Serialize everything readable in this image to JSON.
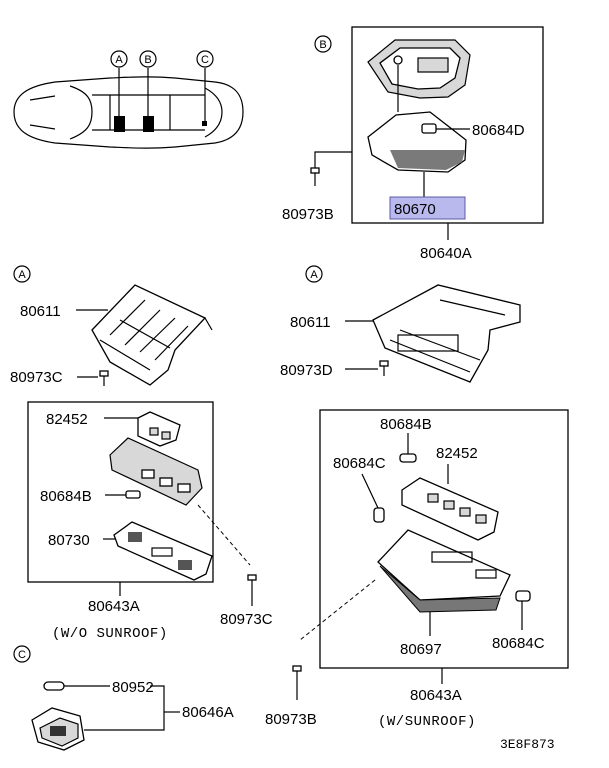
{
  "callouts": {
    "a": "A",
    "b": "B",
    "c": "C"
  },
  "labels": {
    "p80684D": "80684D",
    "p80670": "80670",
    "p80973B_top": "80973B",
    "p80640A": "80640A",
    "p80611_left": "80611",
    "p80973C_left": "80973C",
    "p80611_right": "80611",
    "p80973D": "80973D",
    "p82452_left": "82452",
    "p80684B_left": "80684B",
    "p80730": "80730",
    "p80643A_left": "80643A",
    "wo_sunroof": "(W/O SUNROOF)",
    "p80973C_bottom": "80973C",
    "p80684B_right": "80684B",
    "p80684C_top": "80684C",
    "p82452_right": "82452",
    "p80697": "80697",
    "p80684C_bottom": "80684C",
    "p80643A_right": "80643A",
    "w_sunroof": "(W/SUNROOF)",
    "p80973B_bottom": "80973B",
    "p80952": "80952",
    "p80646A": "80646A"
  },
  "highlight_color": "#b9b9ee",
  "ref_code": "3E8F873"
}
